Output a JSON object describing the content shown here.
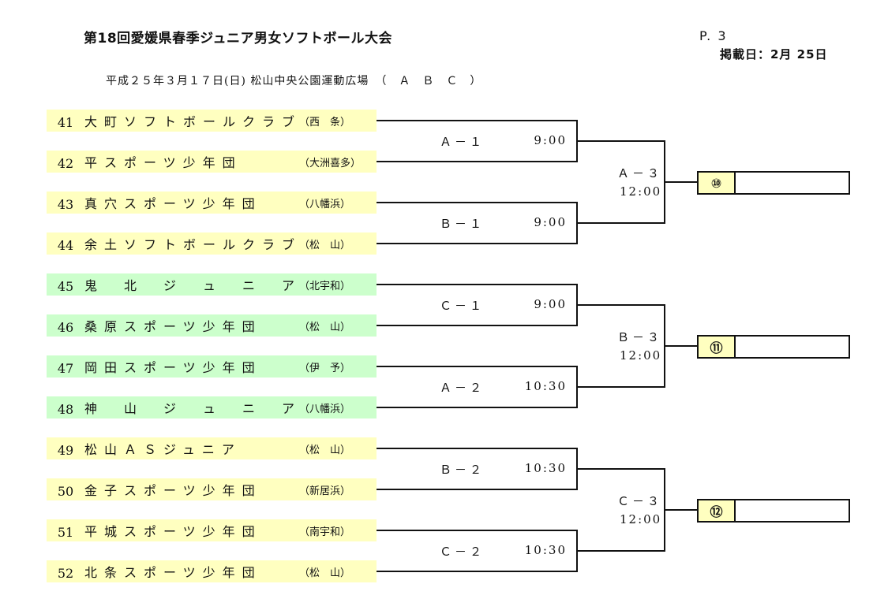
{
  "header": {
    "title": "第18回愛媛県春季ジュニア男女ソフトボール大会",
    "page": "P. 3",
    "posted": "掲載日：2月 25日",
    "subtitle": "平成２５年３月１７日(日) 松山中央公園運動広場　（　Ａ　Ｂ　Ｃ　）"
  },
  "colors": {
    "yellow_row": "#ffffc0",
    "green_row": "#ccffcc",
    "win_box": "#ffffc0"
  },
  "teams": [
    {
      "num": "41",
      "name": "大町ソフトボールクラブ",
      "area": "（西　条）",
      "color": "yellow"
    },
    {
      "num": "42",
      "name": "平スポーツ少年団",
      "area": "（大洲喜多）",
      "color": "yellow"
    },
    {
      "num": "43",
      "name": "真穴スポーツ少年団",
      "area": "（八幡浜）",
      "color": "yellow"
    },
    {
      "num": "44",
      "name": "余土ソフトボールクラブ",
      "area": "（松　山）",
      "color": "yellow"
    },
    {
      "num": "45",
      "name": "鬼　北　ジ　ュ　ニ　ア",
      "area": "（北宇和）",
      "color": "green"
    },
    {
      "num": "46",
      "name": "桑原スポーツ少年団",
      "area": "（松　山）",
      "color": "green"
    },
    {
      "num": "47",
      "name": "岡田スポーツ少年団",
      "area": "（伊　予）",
      "color": "green"
    },
    {
      "num": "48",
      "name": "神　山　ジ　ュ　ニ　ア",
      "area": "（八幡浜）",
      "color": "green"
    },
    {
      "num": "49",
      "name": "松山ＡＳジュニア",
      "area": "（松　山）",
      "color": "yellow"
    },
    {
      "num": "50",
      "name": "金子スポーツ少年団",
      "area": "（新居浜）",
      "color": "yellow"
    },
    {
      "num": "51",
      "name": "平城スポーツ少年団",
      "area": "（南宇和）",
      "color": "yellow"
    },
    {
      "num": "52",
      "name": "北条スポーツ少年団",
      "area": "（松　山）",
      "color": "yellow"
    }
  ],
  "first_round": [
    {
      "label": "Ａ－１",
      "time": "9:00"
    },
    {
      "label": "Ｂ－１",
      "time": "9:00"
    },
    {
      "label": "Ｃ－１",
      "time": "9:00"
    },
    {
      "label": "Ａ－２",
      "time": "10:30"
    },
    {
      "label": "Ｂ－２",
      "time": "10:30"
    },
    {
      "label": "Ｃ－２",
      "time": "10:30"
    }
  ],
  "second_round": [
    {
      "label": "Ａ－３",
      "time": "12:00",
      "seed": "⑩"
    },
    {
      "label": "Ｂ－３",
      "time": "12:00",
      "seed": "⑪"
    },
    {
      "label": "Ｃ－３",
      "time": "12:00",
      "seed": "⑫"
    }
  ]
}
